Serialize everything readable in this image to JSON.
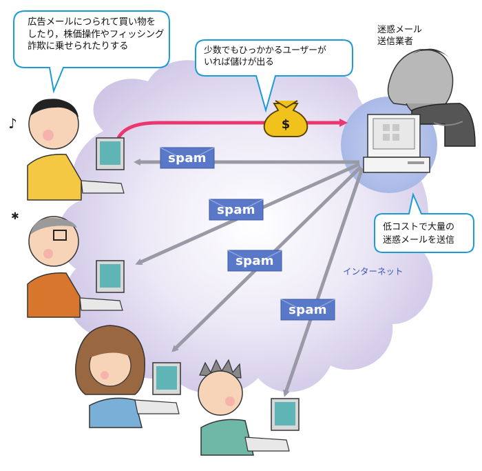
{
  "bubbles": {
    "user": {
      "lines": [
        "広告メールにつられて買い物を",
        "したり，株価操作やフィッシング",
        "詐欺に乗せられたりする"
      ]
    },
    "profit": {
      "lines": [
        "少数でもひっかかるユーザーが",
        "いれば儲けが出る"
      ]
    },
    "cost": {
      "lines": [
        "低コストで大量の",
        "迷惑メールを送信"
      ]
    }
  },
  "labels": {
    "spammer": [
      "迷惑メール",
      "送信業者"
    ],
    "internet": "インターネット"
  },
  "spam_envelopes": [
    "spam",
    "spam",
    "spam",
    "spam"
  ],
  "money_symbol": "$",
  "colors": {
    "cloud": "#d9d2ec",
    "profit_arrow": "#e8386f",
    "spam_arrow": "#9a9aa6",
    "spam_envelope": "#5a78c8",
    "bubble_border": "#1a9ad6",
    "server_halo": "#b6c4ea",
    "money_bag": "#f2c21c"
  }
}
